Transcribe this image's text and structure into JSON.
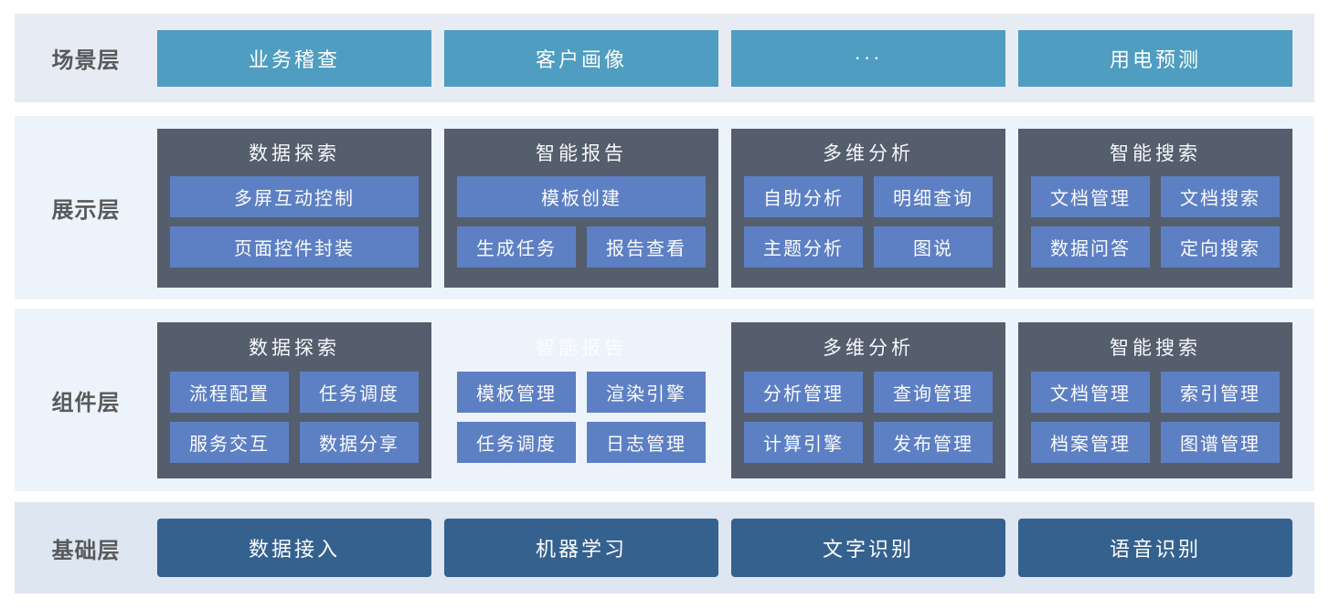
{
  "colors": {
    "page-bg": "#ffffff",
    "band1-bg": "#e7ebf3",
    "band2-bg": "#edf3fa",
    "band3-bg": "#edf3fa",
    "band4-bg": "#dde6f1",
    "teal": "#4f9dc0",
    "slate": "#545e6d",
    "blue": "#5d80c4",
    "navy": "#35618f",
    "label": "#58595b"
  },
  "layers": [
    {
      "label": "场景层",
      "items": [
        "业务稽查",
        "客户画像",
        "···",
        "用电预测"
      ]
    },
    {
      "label": "展示层",
      "groups": [
        {
          "title": "数据探索",
          "rows": [
            [
              "多屏互动控制"
            ],
            [
              "页面控件封装"
            ]
          ]
        },
        {
          "title": "智能报告",
          "rows": [
            [
              "模板创建"
            ],
            [
              "生成任务",
              "报告查看"
            ]
          ]
        },
        {
          "title": "多维分析",
          "rows": [
            [
              "自助分析",
              "明细查询"
            ],
            [
              "主题分析",
              "图说"
            ]
          ]
        },
        {
          "title": "智能搜索",
          "rows": [
            [
              "文档管理",
              "文档搜索"
            ],
            [
              "数据问答",
              "定向搜索"
            ]
          ]
        }
      ]
    },
    {
      "label": "组件层",
      "groups": [
        {
          "title": "数据探索",
          "rows": [
            [
              "流程配置",
              "任务调度"
            ],
            [
              "服务交互",
              "数据分享"
            ]
          ]
        },
        {
          "title": "智能报告",
          "rows": [
            [
              "模板管理",
              "渲染引擎"
            ],
            [
              "任务调度",
              "日志管理"
            ]
          ]
        },
        {
          "title": "多维分析",
          "rows": [
            [
              "分析管理",
              "查询管理"
            ],
            [
              "计算引擎",
              "发布管理"
            ]
          ]
        },
        {
          "title": "智能搜索",
          "rows": [
            [
              "文档管理",
              "索引管理"
            ],
            [
              "档案管理",
              "图谱管理"
            ]
          ]
        }
      ]
    },
    {
      "label": "基础层",
      "items": [
        "数据接入",
        "机器学习",
        "文字识别",
        "语音识别"
      ]
    }
  ]
}
